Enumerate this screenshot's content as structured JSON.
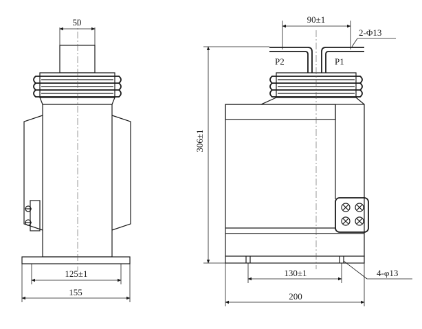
{
  "labels": {
    "left_top_width": "50",
    "left_base_width": "125±1",
    "left_overall_width": "155",
    "right_terminal_spacing": "90±1",
    "terminal_holes": "2-Φ13",
    "terminal_p2": "P2",
    "terminal_p1": "P1",
    "overall_height": "306±1",
    "right_base_spacing": "130±1",
    "mounting_holes": "4-φ13",
    "right_overall_width": "200"
  },
  "colors": {
    "line": "#1a1a1a",
    "background": "#ffffff"
  }
}
